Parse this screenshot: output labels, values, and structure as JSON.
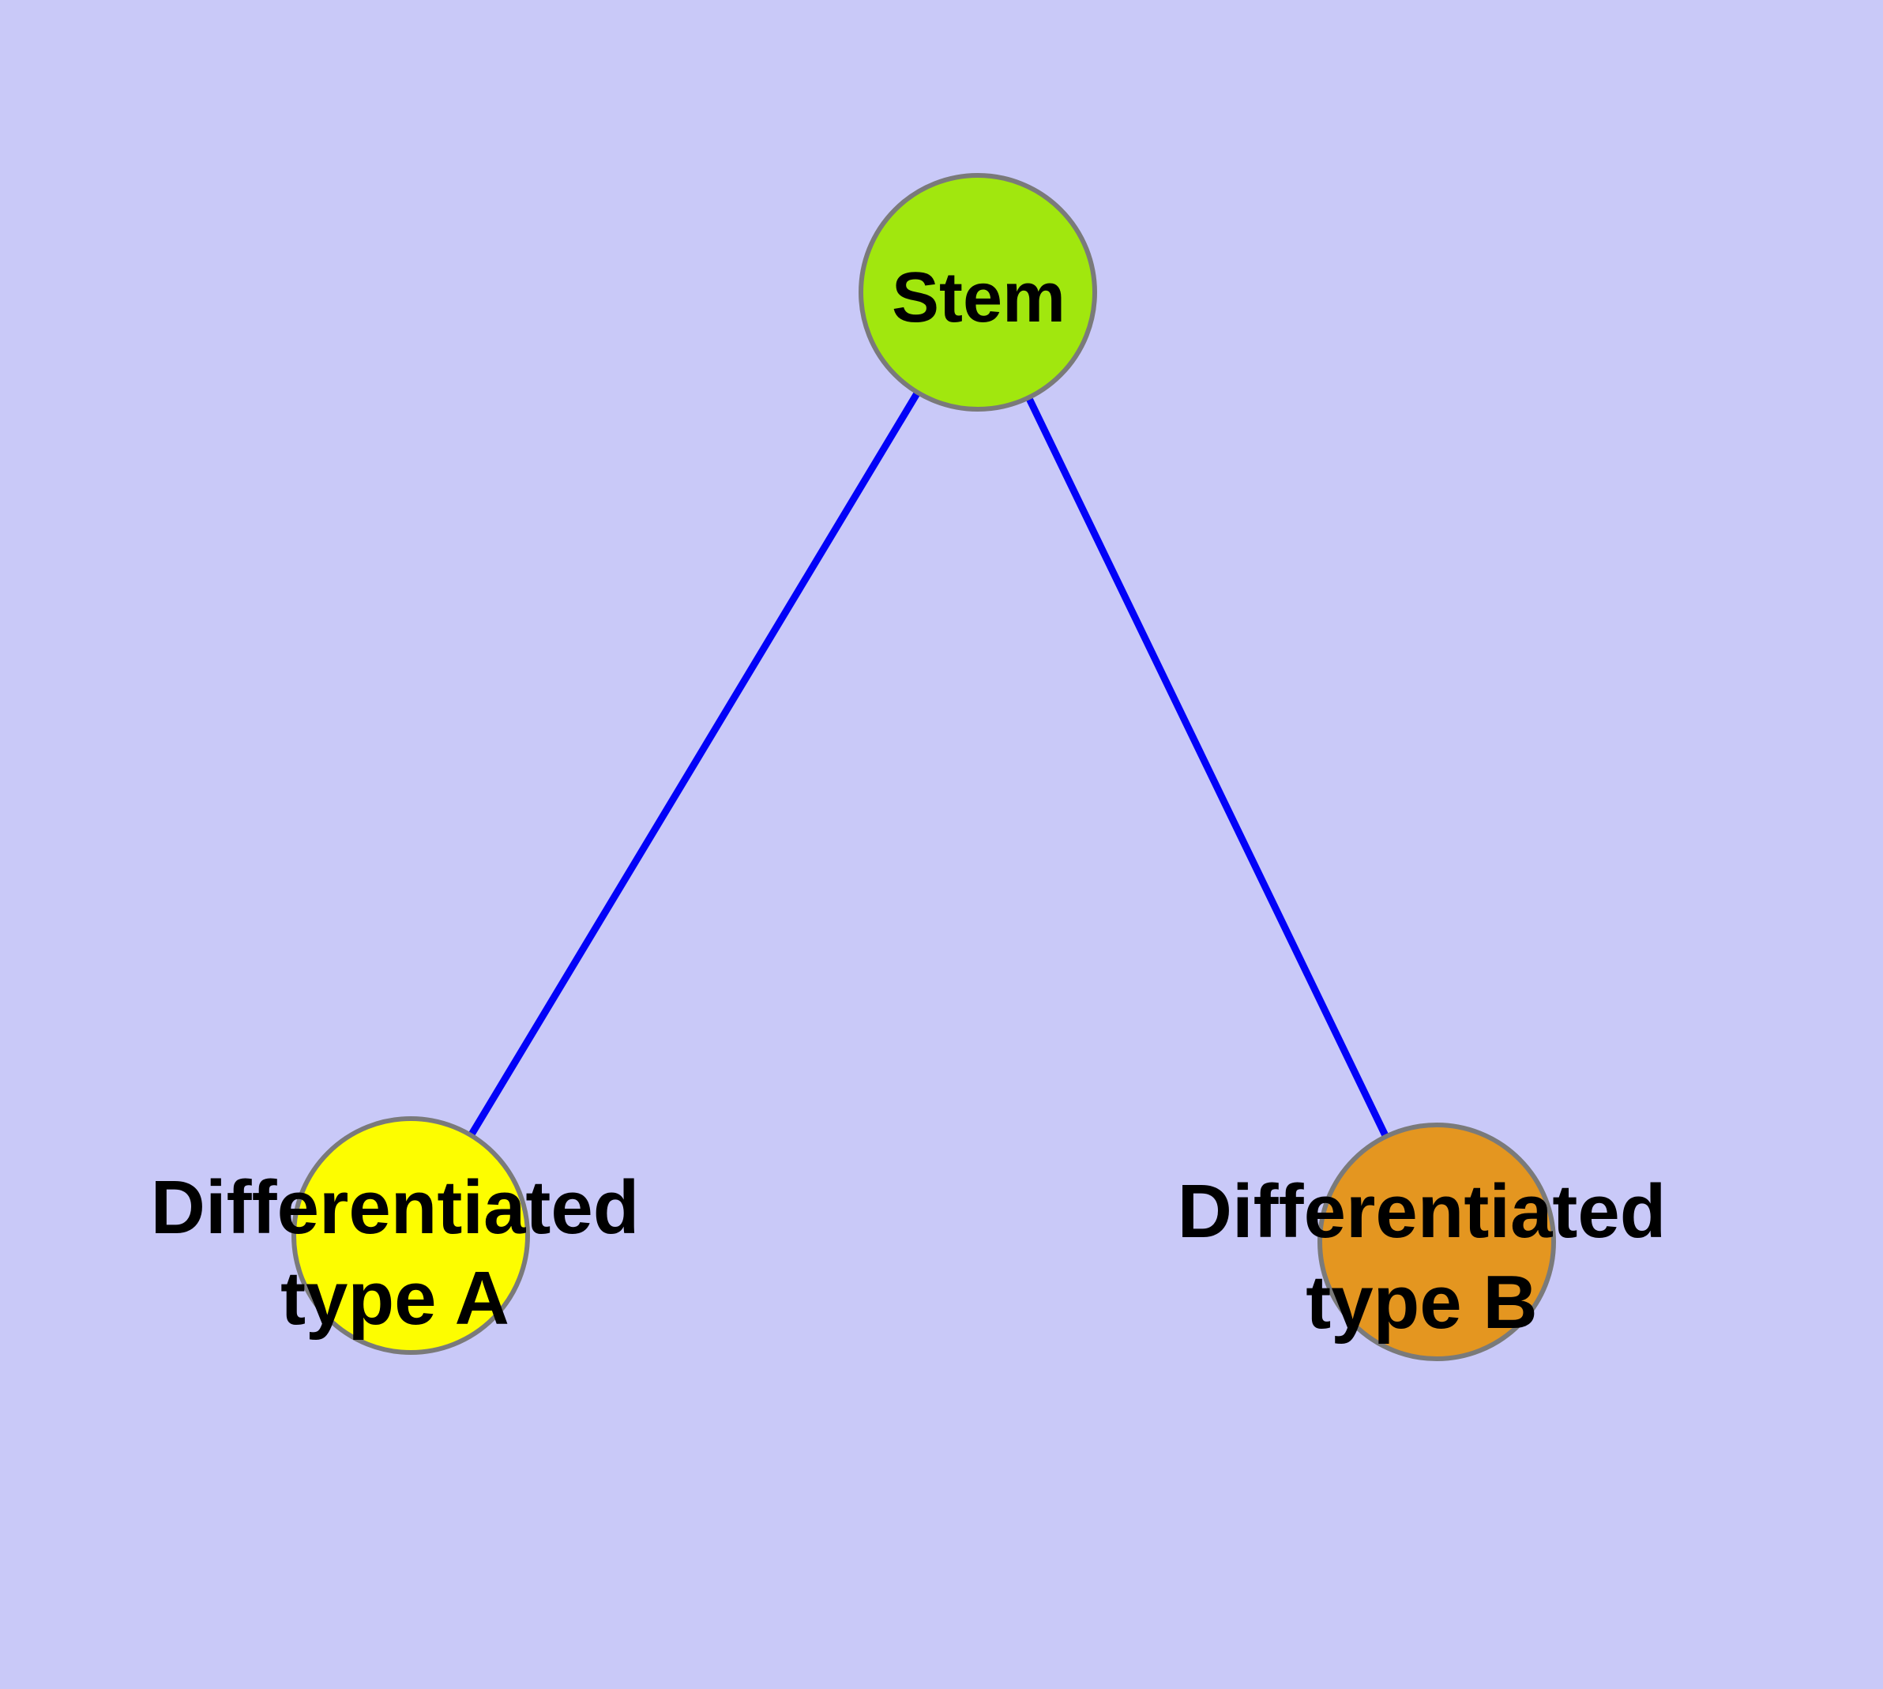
{
  "diagram": {
    "title": "cell differentiation graph",
    "background_color": "#c9c9f8",
    "node_border_color": "#7a7a7a",
    "edge_color": "#0202f8",
    "label_color": "#000000",
    "nodes": [
      {
        "id": "stem",
        "label": "Stem",
        "fill": "#a1e70e"
      },
      {
        "id": "type-a",
        "label": "Differentiated\ntype A",
        "fill": "#fdfd00"
      },
      {
        "id": "type-b",
        "label": "Differentiated\ntype B",
        "fill": "#e49620"
      }
    ],
    "edges": [
      {
        "from": "stem",
        "to": "type-a"
      },
      {
        "from": "stem",
        "to": "type-b"
      }
    ]
  }
}
